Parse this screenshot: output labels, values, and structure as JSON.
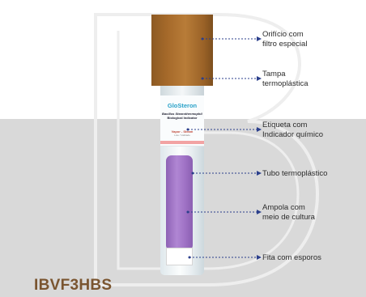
{
  "product": {
    "model_code": "IBVF3HBS",
    "tube_label": {
      "logo": "GloSteron",
      "line1": "Bacillus Stearothermophilus",
      "line2": "Biological Indicator",
      "line3": "Vapor - Steam",
      "line4": "Lote / Validade"
    }
  },
  "callouts": [
    {
      "lines": [
        "Orifício com",
        "filtro especial"
      ],
      "icon": "arrow-left"
    },
    {
      "lines": [
        "Tampa",
        "termoplástica"
      ],
      "icon": "arrow-left"
    },
    {
      "lines": [
        "Etiqueta com",
        "Indicador químico"
      ],
      "icon": "arrow-left"
    },
    {
      "lines": [
        "Tubo termoplástico"
      ],
      "icon": "arrow-left"
    },
    {
      "lines": [
        "Ampola com",
        "meio de cultura"
      ],
      "icon": "arrow-left"
    },
    {
      "lines": [
        "Fita com esporos"
      ],
      "icon": "arrow-left"
    }
  ],
  "colors": {
    "cap": "#a5692a",
    "ampoule": "#a47acb",
    "indicator": "#f2a3a3",
    "logo": "#2aa2c9",
    "model_code": "#7a5530",
    "arrow": "#2b3f8c",
    "background_band": "#d9d9d9"
  }
}
